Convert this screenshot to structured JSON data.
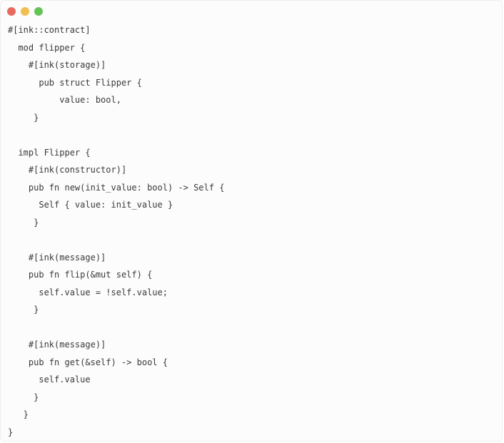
{
  "window": {
    "buttons": [
      {
        "name": "close-button",
        "color": "#e86a5f"
      },
      {
        "name": "minimize-button",
        "color": "#f3be4f"
      },
      {
        "name": "maximize-button",
        "color": "#63c455"
      }
    ]
  },
  "code": {
    "lines": [
      "#[ink::contract]",
      "  mod flipper {",
      "    #[ink(storage)]",
      "      pub struct Flipper {",
      "          value: bool,",
      "     }",
      "",
      "  impl Flipper {",
      "    #[ink(constructor)]",
      "    pub fn new(init_value: bool) -> Self {",
      "      Self { value: init_value }",
      "     }",
      "",
      "    #[ink(message)]",
      "    pub fn flip(&mut self) {",
      "      self.value = !self.value;",
      "     }",
      "",
      "    #[ink(message)]",
      "    pub fn get(&self) -> bool {",
      "      self.value",
      "     }",
      "   }",
      "}"
    ]
  }
}
